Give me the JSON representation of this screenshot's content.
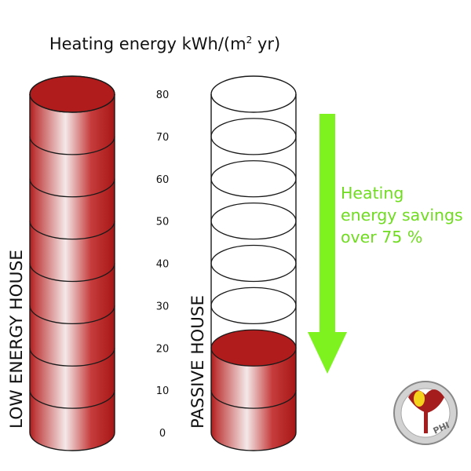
{
  "chart_data": {
    "type": "bar",
    "title": {
      "prefix": "Heating energy kWh/(m",
      "sup": "2",
      "suffix": " yr)"
    },
    "categories": [
      "LOW ENERGY HOUSE",
      "PASSIVE HOUSE"
    ],
    "values": [
      80,
      20
    ],
    "ylim": [
      0,
      80
    ],
    "y_ticks": [
      0,
      10,
      20,
      30,
      40,
      50,
      60,
      70,
      80
    ],
    "grid": false,
    "annotation": [
      "Heating",
      "energy savings",
      "over 75 %"
    ],
    "logo_text": "PHI",
    "colors": {
      "fill": "#b01c1c",
      "highlight": "#f4e8e8",
      "arrow": "#7df21f",
      "annotation": "#6fdc1f"
    }
  }
}
